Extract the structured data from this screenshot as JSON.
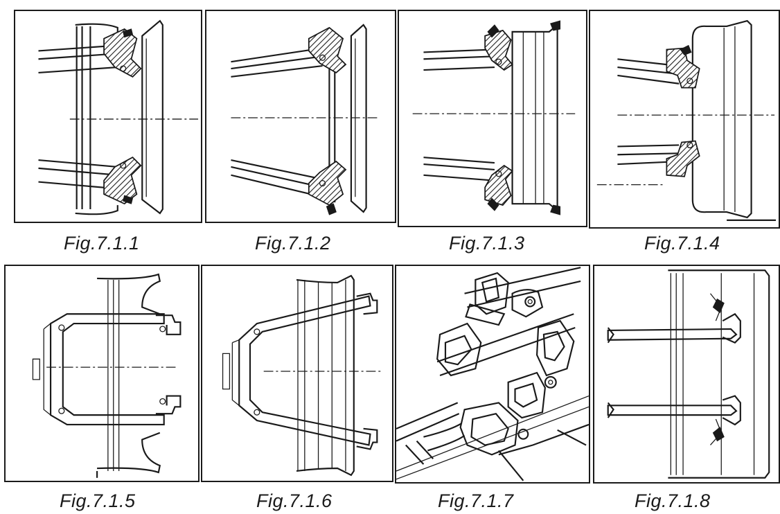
{
  "figures": [
    {
      "caption": "Fig.7.1.1",
      "subject": "rim-clamp-cross-section"
    },
    {
      "caption": "Fig.7.1.2",
      "subject": "rim-clamp-cross-section"
    },
    {
      "caption": "Fig.7.1.3",
      "subject": "rim-clamp-cross-section"
    },
    {
      "caption": "Fig.7.1.4",
      "subject": "rim-clamp-cross-section"
    },
    {
      "caption": "Fig.7.1.5",
      "subject": "wheel-adapter-outline"
    },
    {
      "caption": "Fig.7.1.6",
      "subject": "wheel-adapter-outline"
    },
    {
      "caption": "Fig.7.1.7",
      "subject": "clamp-head-perspective"
    },
    {
      "caption": "Fig.7.1.8",
      "subject": "rim-clamp-cross-section"
    }
  ]
}
